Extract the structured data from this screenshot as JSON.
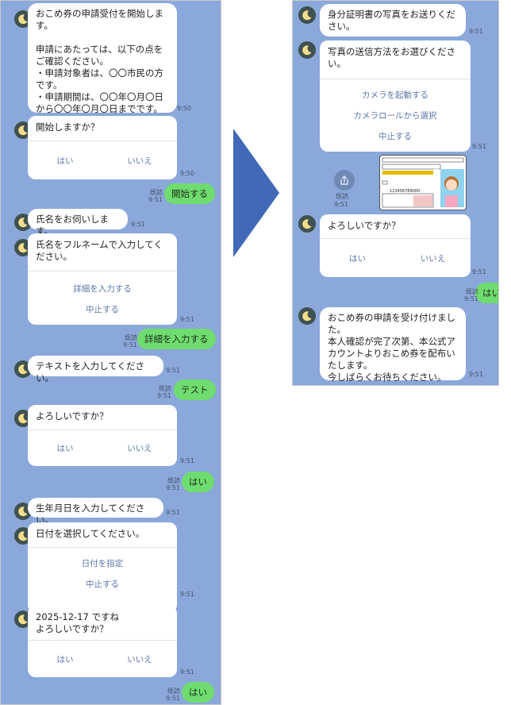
{
  "colors": {
    "background": "#8aa8da",
    "user_bubble": "#6fdc6f",
    "bot_bubble": "#ffffff",
    "arrow": "#4169b8",
    "button_text": "#5a77a7"
  },
  "left_chat": {
    "msg1": {
      "text": "おこめ券の申請受付を開始します。\n\n申請にあたっては、以下の点をご確認ください。\n・申請対象者は、〇〇市民の方です。\n・申請期間は、〇〇年〇月〇日から〇〇年〇月〇日までです。",
      "time": "9:50"
    },
    "card1": {
      "question": "開始しますか？",
      "yes": "はい",
      "no": "いいえ",
      "time": "9:50"
    },
    "reply1": {
      "read": "既読",
      "time": "9:51",
      "text": "開始する"
    },
    "msg2": {
      "text": "氏名をお伺いします。",
      "time": "9:51"
    },
    "card2": {
      "question": "氏名をフルネームで入力してください。",
      "option1": "詳細を入力する",
      "option2": "中止する",
      "time": "9:51"
    },
    "reply2": {
      "read": "既読",
      "time": "9:51",
      "text": "詳細を入力する"
    },
    "msg3": {
      "text": "テキストを入力してください。",
      "time": "9:51"
    },
    "reply3": {
      "read": "既読",
      "time": "9:51",
      "text": "テスト"
    },
    "card3": {
      "question": "よろしいですか？",
      "yes": "はい",
      "no": "いいえ",
      "time": "9:51"
    },
    "reply4": {
      "read": "既読",
      "time": "9:51",
      "text": "はい"
    },
    "msg4": {
      "text": "生年月日を入力してください。",
      "time": "9:51"
    },
    "card4": {
      "question": "日付を選択してください。",
      "option1": "日付を指定",
      "option2": "中止する",
      "time": "9:51"
    },
    "card5": {
      "question": "2025-12-17 ですね\nよろしいですか？",
      "yes": "はい",
      "no": "いいえ",
      "time": "9:51"
    },
    "reply5": {
      "read": "既読",
      "time": "9:51",
      "text": "はい"
    }
  },
  "right_chat": {
    "msg1": {
      "text": "身分証明書の写真をお送りください。",
      "time": "9:51"
    },
    "card1": {
      "question": "写真の送信方法をお選びください。",
      "option1": "カメラを起動する",
      "option2": "カメラロールから選択",
      "option3": "中止する",
      "time": "9:51"
    },
    "photo": {
      "read": "既読",
      "time": "9:51",
      "card_number": "123456789000"
    },
    "card2": {
      "question": "よろしいですか？",
      "yes": "はい",
      "no": "いいえ",
      "time": "9:51"
    },
    "reply1": {
      "read": "既読",
      "time": "9:51",
      "text": "はい"
    },
    "msg2": {
      "text": "おこめ券の申請を受け付けました。\n本人確認が完了次第、本公式アカウントよりおこめ券を配布いたします。\n今しばらくお待ちください。",
      "time": "9:51"
    }
  }
}
